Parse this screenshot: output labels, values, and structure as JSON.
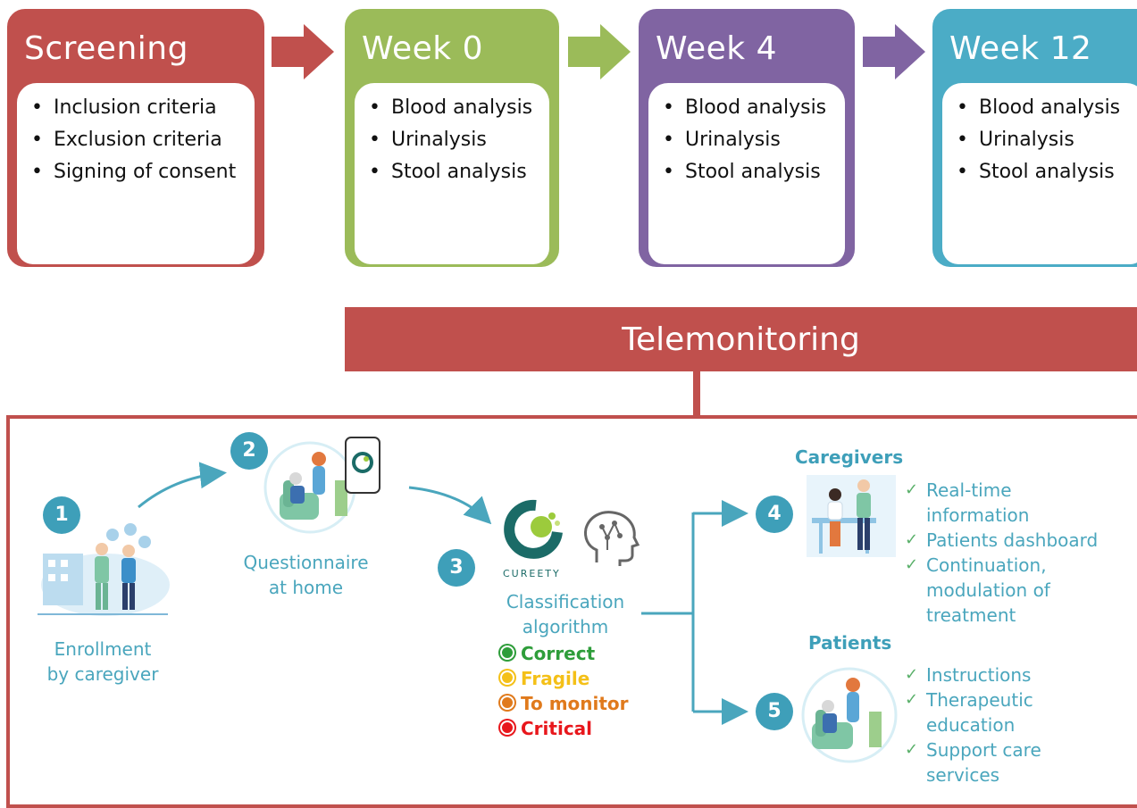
{
  "stages": [
    {
      "title": "Screening",
      "color": "#c0504d",
      "items": [
        "Inclusion criteria",
        "Exclusion criteria",
        "Signing of consent"
      ]
    },
    {
      "title": "Week 0",
      "color": "#9bbb59",
      "items": [
        "Blood analysis",
        "Urinalysis",
        "Stool analysis"
      ]
    },
    {
      "title": "Week 4",
      "color": "#8064a2",
      "items": [
        "Blood analysis",
        "Urinalysis",
        "Stool analysis"
      ]
    },
    {
      "title": "Week 12",
      "color": "#4bacc6",
      "items": [
        "Blood analysis",
        "Urinalysis",
        "Stool analysis"
      ]
    }
  ],
  "telemonitoring": {
    "title": "Telemonitoring",
    "color": "#c0504d",
    "steps": [
      {
        "number": "1",
        "caption_line1": "Enrollment",
        "caption_line2": "by caregiver"
      },
      {
        "number": "2",
        "caption_line1": "Questionnaire",
        "caption_line2": "at home"
      },
      {
        "number": "3",
        "caption_line1": "Classification",
        "caption_line2": "algorithm"
      },
      {
        "number": "4"
      },
      {
        "number": "5"
      }
    ],
    "logo_text": "CUREETY",
    "classification": [
      {
        "label": "Correct",
        "color": "#2e9d3a"
      },
      {
        "label": "Fragile",
        "color": "#f4c018"
      },
      {
        "label": "To monitor",
        "color": "#e07a1c"
      },
      {
        "label": "Critical",
        "color": "#e8171c"
      }
    ],
    "caregivers": {
      "title": "Caregivers",
      "items": [
        "Real-time information",
        "Patients dashboard",
        "Continuation, modulation of treatment"
      ]
    },
    "patients": {
      "title": "Patients",
      "items": [
        "Instructions",
        "Therapeutic education",
        "Support care services"
      ]
    }
  }
}
